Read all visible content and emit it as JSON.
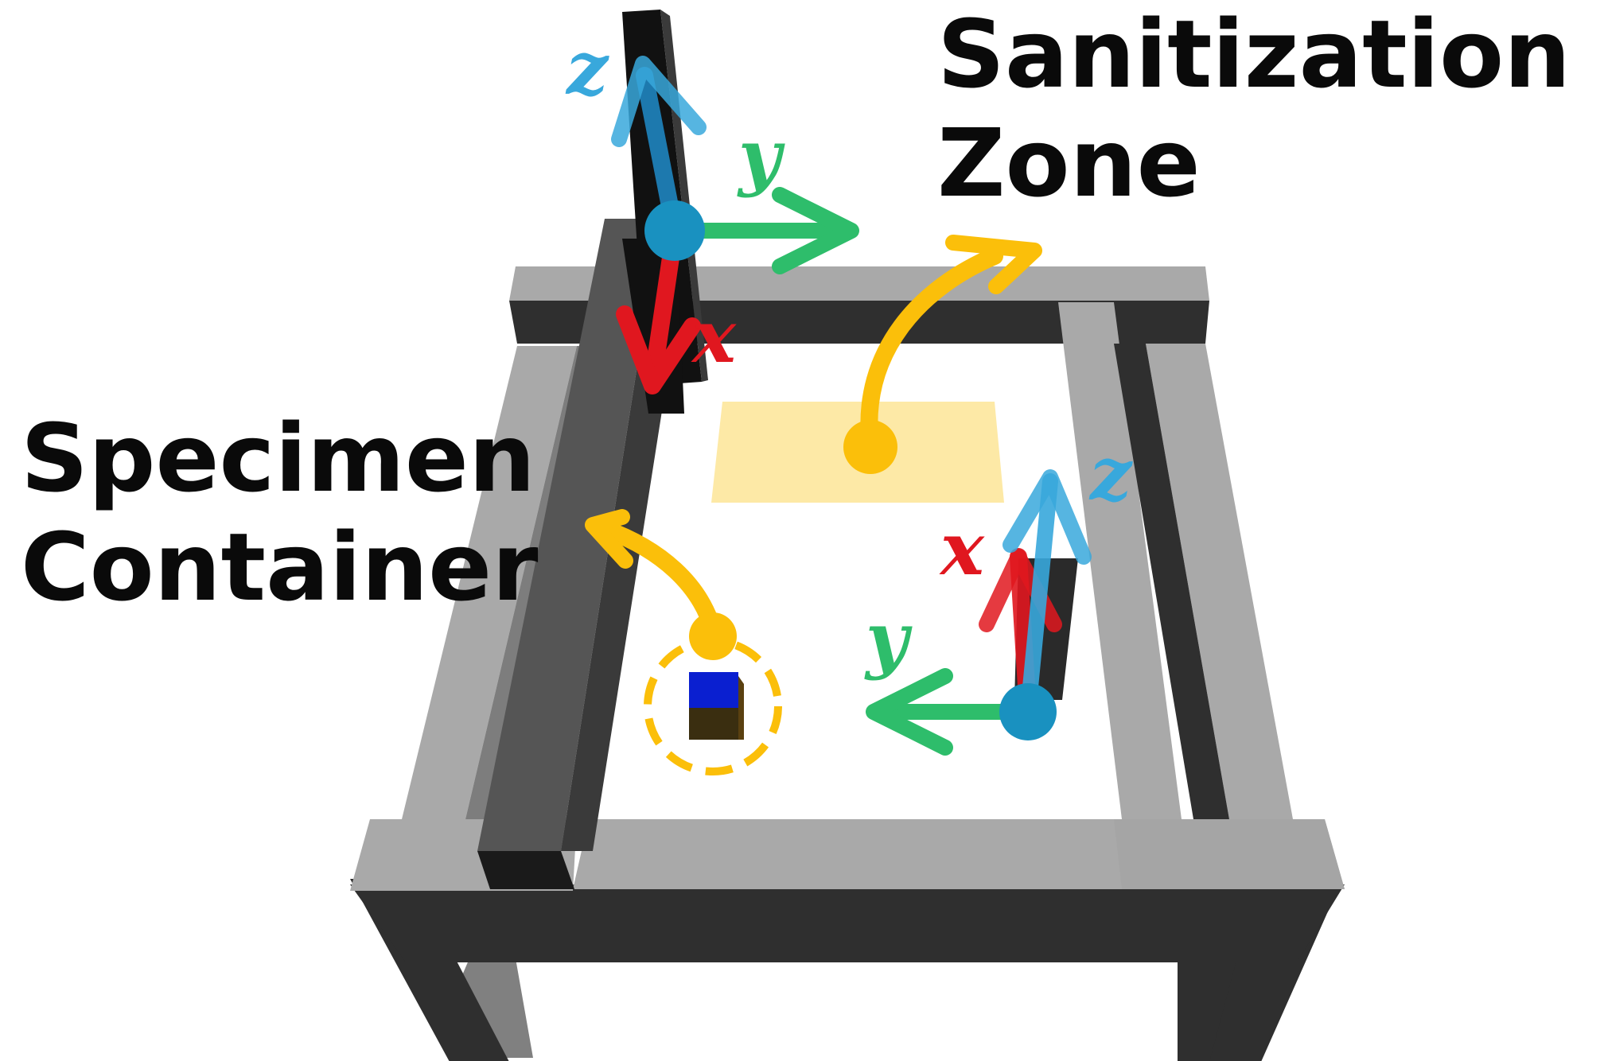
{
  "labels": {
    "sanitization_line1": "Sanitization",
    "sanitization_line2": "Zone",
    "specimen_line1": "Specimen",
    "specimen_line2": "Container"
  },
  "axes": {
    "left_arm": {
      "x": "x",
      "y": "y",
      "z": "z"
    },
    "right_arm": {
      "x": "x",
      "y": "y",
      "z": "z"
    }
  },
  "colors": {
    "x_axis": "#e0171f",
    "y_axis": "#2ebd6b",
    "z_axis": "#38a8dc",
    "flow_arrow": "#fbbf0a",
    "frame_dark": "#2f2f2f",
    "frame_light": "#a9a9a9",
    "sanitization_zone": "#fde9a6",
    "specimen_cube": "#0a1fd0",
    "joint": "#1991c0"
  }
}
